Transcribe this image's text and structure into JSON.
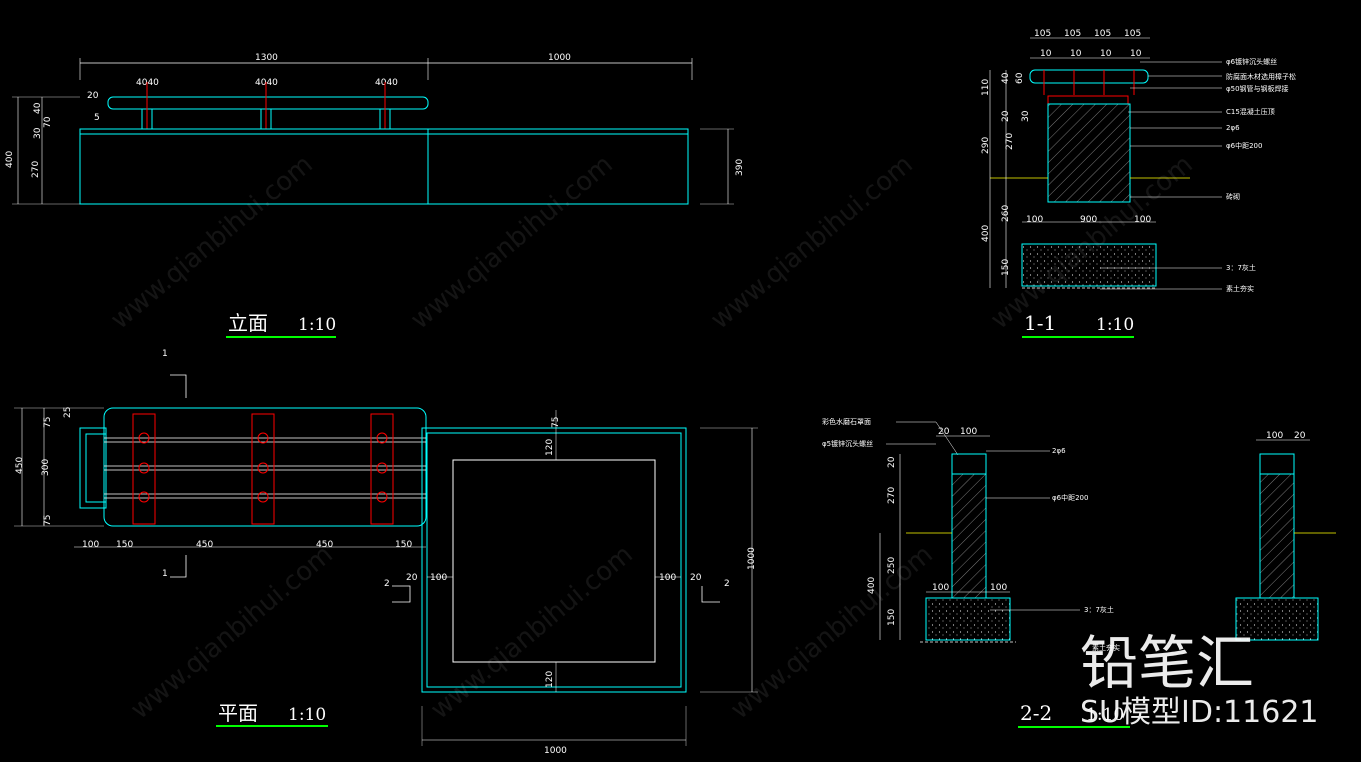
{
  "views": {
    "elevation": {
      "title": "立面",
      "scale": "1:10",
      "dims_top": [
        "1300",
        "1000"
      ],
      "dims_small": [
        "20",
        "4040",
        "4040",
        "4040",
        "5"
      ],
      "dims_left": [
        "400",
        "40",
        "70",
        "30",
        "270"
      ],
      "dims_right": [
        "390"
      ]
    },
    "plan": {
      "title": "平面",
      "scale": "1:10",
      "dims_left": [
        "450",
        "75",
        "25",
        "300",
        "75"
      ],
      "dims_bottom": [
        "100",
        "150",
        "450",
        "450",
        "150"
      ],
      "dims_box": [
        "75",
        "120",
        "20",
        "100",
        "100",
        "20",
        "120",
        "1000",
        "1000"
      ],
      "section_marks": [
        "1",
        "1",
        "2",
        "2"
      ]
    },
    "section11": {
      "title": "1-1",
      "scale": "1:10",
      "dims_top": [
        "105",
        "105",
        "105",
        "105",
        "10",
        "10",
        "10",
        "10"
      ],
      "dims_left": [
        "110",
        "40",
        "60",
        "20",
        "30",
        "270",
        "290",
        "260",
        "400",
        "150"
      ],
      "dims_bottom": [
        "100",
        "900",
        "100"
      ],
      "notes": [
        "φ6镀锌沉头螺丝",
        "防腐面木材选用樟子松",
        "φ50钢管与钢板焊接",
        "C15混凝土压顶",
        "2φ6",
        "φ6中距200",
        "砖砌",
        "3：7灰土",
        "素土夯实"
      ]
    },
    "section22": {
      "title": "2-2",
      "scale": "1:10",
      "dims": [
        "20",
        "100",
        "100",
        "20",
        "270",
        "20",
        "400",
        "250",
        "150",
        "100",
        "100"
      ],
      "notes": [
        "彩色水磨石罩面",
        "φ5镀锌沉头螺丝",
        "2φ6",
        "φ6中距200",
        "3：7灰土",
        "素土夯实"
      ]
    }
  },
  "watermark": {
    "brand": "铅笔汇",
    "model_id": "SU模型ID:11621",
    "site": "www.qianbihui.com"
  },
  "colors": {
    "background": "#000000",
    "outline": "#00ffff",
    "dimension": "#ffffff",
    "steel": "#ff0000",
    "underline": "#00ff00",
    "ground": "#ffff00"
  }
}
